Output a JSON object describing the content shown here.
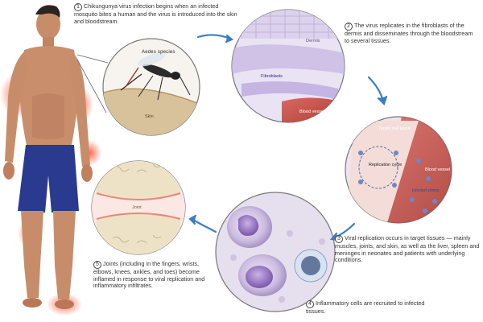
{
  "steps": [
    {
      "num": "1",
      "text": "Chikungunya virus infection begins when an infected mosquito bites a human and the virus is introduced into the skin and bloodstream."
    },
    {
      "num": "2",
      "text": "The virus replicates in the fibroblasts of the dermis and disseminates through the bloodstream to several tissues."
    },
    {
      "num": "3",
      "text": "Viral replication occurs in target tissues — mainly muscles, joints, and skin, as well as the liver, spleen and meninges in neonates and patients with underlying conditions."
    },
    {
      "num": "4",
      "text": "Inflammatory cells are recruited to infected tissues."
    },
    {
      "num": "5",
      "text": "Joints (including in the fingers, wrists, elbows, knees, ankles, and toes) become inflamed in response to viral replication and inflammatory infiltrates."
    }
  ],
  "labels": {
    "mosquito": "Aedes species",
    "skin": "Skin",
    "dermis": "Dermis",
    "fibroblasts": "Fibroblasts",
    "blood_vessel_1": "Blood vessel",
    "target_cell": "Target cell tissue",
    "replication": "Replication cycle",
    "blood_vessel_2": "Blood vessel",
    "virions": "Infected virions",
    "joint": "Joint"
  },
  "colors": {
    "arrow": "#3b7dc4",
    "dermis_bg": "#e9e3f4",
    "cell_bg": "#e6e0ee",
    "vessel": "#c9554f",
    "skin_tone": "#c78d6a",
    "shorts": "#2a3a8e",
    "inflammation": "#e0463a"
  }
}
